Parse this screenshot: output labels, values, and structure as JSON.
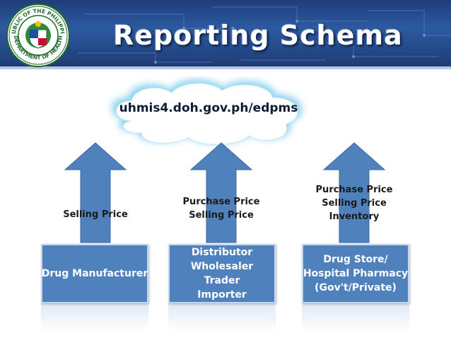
{
  "header": {
    "title": "Reporting Schema",
    "seal": {
      "top_text": "REPUBLIC OF THE PHILIPPINES",
      "bottom_text": "DEPARTMENT OF HEALTH"
    }
  },
  "cloud": {
    "url": "uhmis4.doh.gov.ph/edpms"
  },
  "columns": [
    {
      "arrow_labels": [
        "Selling Price"
      ],
      "box_lines": [
        "Drug Manufacturer"
      ]
    },
    {
      "arrow_labels": [
        "Purchase Price",
        "Selling Price"
      ],
      "box_lines": [
        "Distributor",
        "Wholesaler",
        "Trader",
        "Importer"
      ]
    },
    {
      "arrow_labels": [
        "Purchase Price",
        "Selling Price",
        "Inventory"
      ],
      "box_lines": [
        "Drug Store/",
        "Hospital Pharmacy",
        "(Gov't/Private)"
      ]
    }
  ],
  "colors": {
    "banner": "#2c5aa0",
    "arrow": "#4f81bd",
    "box": "#4f81bd",
    "cloud_glow": "#8fd3f0"
  }
}
